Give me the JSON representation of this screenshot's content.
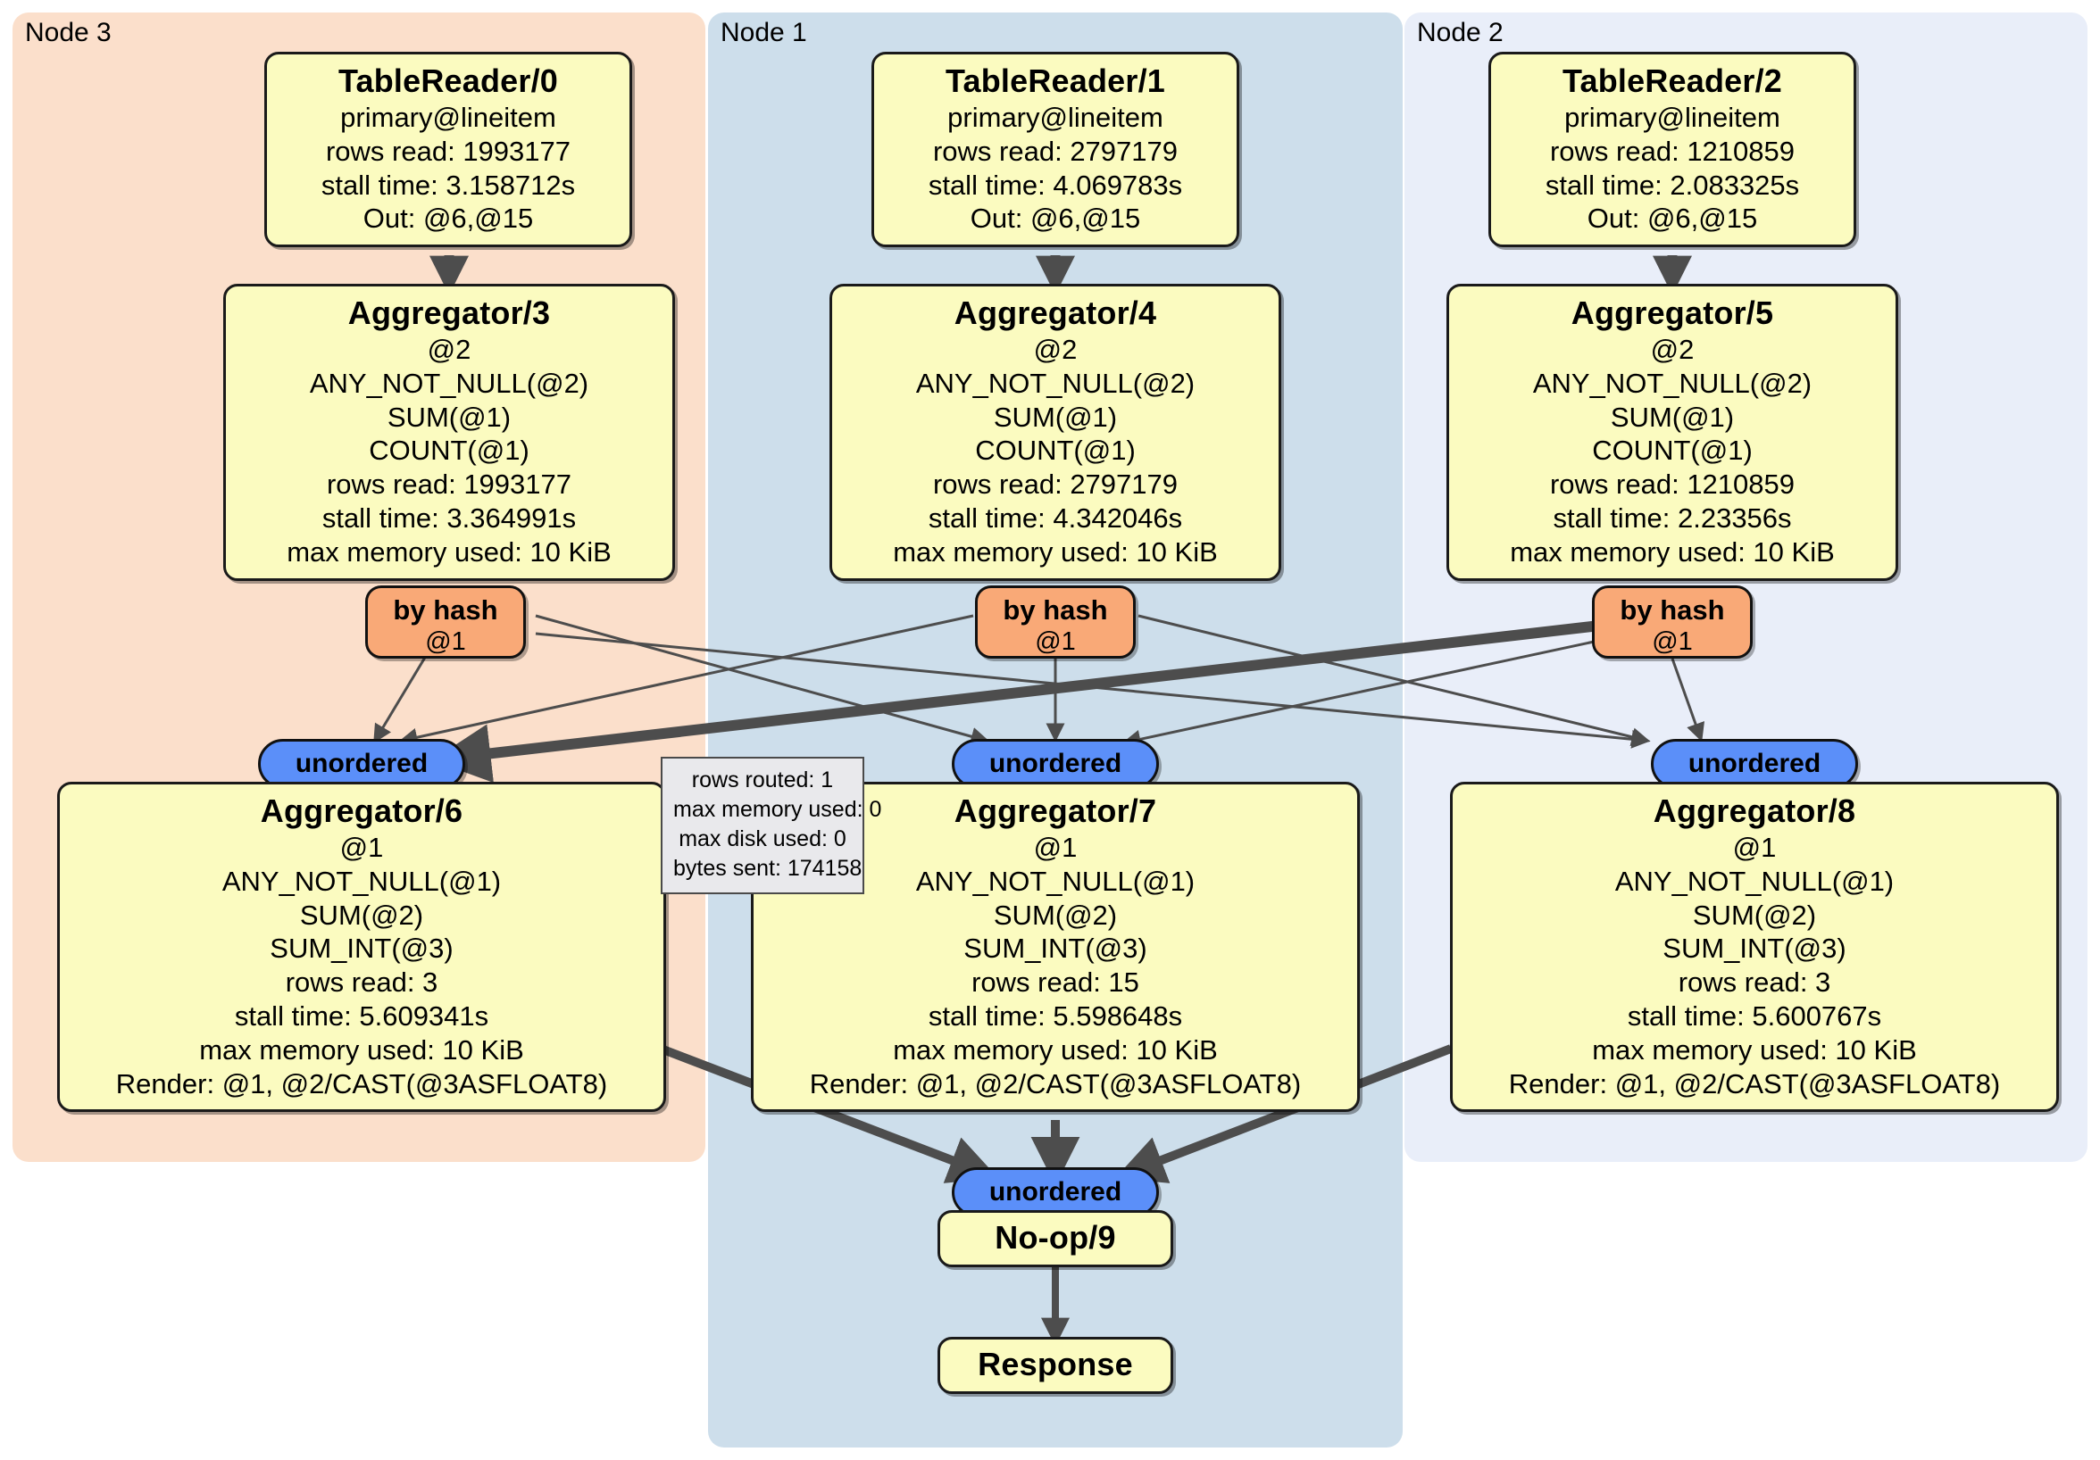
{
  "clusters": [
    {
      "id": "node3",
      "label": "Node 3",
      "color": "#fbdfcb"
    },
    {
      "id": "node1",
      "label": "Node 1",
      "color": "#cddeeb"
    },
    {
      "id": "node2",
      "label": "Node 2",
      "color": "#e9eef9"
    }
  ],
  "table_readers": [
    {
      "title": "TableReader/0",
      "table": "primary@lineitem",
      "rows_read": "rows read: 1993177",
      "stall_time": "stall time: 3.158712s",
      "out": "Out: @6,@15"
    },
    {
      "title": "TableReader/1",
      "table": "primary@lineitem",
      "rows_read": "rows read: 2797179",
      "stall_time": "stall time: 4.069783s",
      "out": "Out: @6,@15"
    },
    {
      "title": "TableReader/2",
      "table": "primary@lineitem",
      "rows_read": "rows read: 1210859",
      "stall_time": "stall time: 2.083325s",
      "out": "Out: @6,@15"
    }
  ],
  "local_aggregators": [
    {
      "title": "Aggregator/3",
      "group": "@2",
      "agg1": "ANY_NOT_NULL(@2)",
      "agg2": "SUM(@1)",
      "agg3": "COUNT(@1)",
      "rows_read": "rows read: 1993177",
      "stall_time": "stall time: 3.364991s",
      "max_memory": "max memory used: 10 KiB"
    },
    {
      "title": "Aggregator/4",
      "group": "@2",
      "agg1": "ANY_NOT_NULL(@2)",
      "agg2": "SUM(@1)",
      "agg3": "COUNT(@1)",
      "rows_read": "rows read: 2797179",
      "stall_time": "stall time: 4.342046s",
      "max_memory": "max memory used: 10 KiB"
    },
    {
      "title": "Aggregator/5",
      "group": "@2",
      "agg1": "ANY_NOT_NULL(@2)",
      "agg2": "SUM(@1)",
      "agg3": "COUNT(@1)",
      "rows_read": "rows read: 1210859",
      "stall_time": "stall time: 2.23356s",
      "max_memory": "max memory used: 10 KiB"
    }
  ],
  "hash_routers": [
    {
      "type": "by hash",
      "column": "@1"
    },
    {
      "type": "by hash",
      "column": "@1"
    },
    {
      "type": "by hash",
      "column": "@1"
    }
  ],
  "unordered_synchronizers": [
    {
      "label": "unordered"
    },
    {
      "label": "unordered"
    },
    {
      "label": "unordered"
    },
    {
      "label": "unordered"
    }
  ],
  "final_aggregators": [
    {
      "title": "Aggregator/6",
      "group": "@1",
      "agg1": "ANY_NOT_NULL(@1)",
      "agg2": "SUM(@2)",
      "agg3": "SUM_INT(@3)",
      "rows_read": "rows read: 3",
      "stall_time": "stall time: 5.609341s",
      "max_memory": "max memory used: 10 KiB",
      "render": "Render: @1, @2/CAST(@3ASFLOAT8)"
    },
    {
      "title": "Aggregator/7",
      "group": "@1",
      "agg1": "ANY_NOT_NULL(@1)",
      "agg2": "SUM(@2)",
      "agg3": "SUM_INT(@3)",
      "rows_read": "rows read: 15",
      "stall_time": "stall time: 5.598648s",
      "max_memory": "max memory used: 10 KiB",
      "render": "Render: @1, @2/CAST(@3ASFLOAT8)"
    },
    {
      "title": "Aggregator/8",
      "group": "@1",
      "agg1": "ANY_NOT_NULL(@1)",
      "agg2": "SUM(@2)",
      "agg3": "SUM_INT(@3)",
      "rows_read": "rows read: 3",
      "stall_time": "stall time: 5.600767s",
      "max_memory": "max memory used: 10 KiB",
      "render": "Render: @1, @2/CAST(@3ASFLOAT8)"
    }
  ],
  "stats_callout": {
    "rows_routed": "rows routed: 1",
    "max_memory_used": "max memory used: 0",
    "max_disk_used": "max disk used: 0",
    "bytes_sent": "bytes sent: 174158"
  },
  "noop": {
    "title": "No-op/9"
  },
  "response": {
    "title": "Response"
  },
  "colors": {
    "processor_fill": "#fbfbc0",
    "processor_stroke": "#1a1a1a",
    "hash_router_fill": "#f9a977",
    "unordered_fill": "#5b8ff9",
    "node3_fill": "#fbdfcb",
    "node1_fill": "#cddeeb",
    "node2_fill": "#e9eef9",
    "edge_stroke": "#4d4d4d",
    "callout_fill": "#e9e9ec"
  }
}
